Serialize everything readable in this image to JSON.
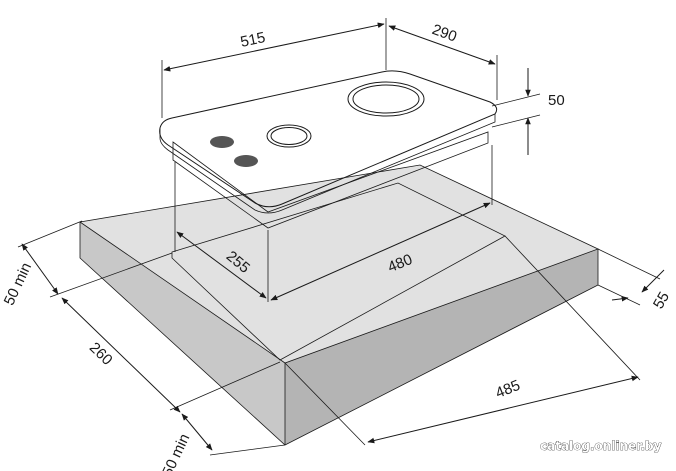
{
  "dimensions": {
    "width_top": "515",
    "depth_top": "290",
    "height": "50",
    "cutout_width": "480",
    "cutout_depth": "255",
    "countertop_thickness": "55",
    "overall_width": "485",
    "left_offset": "260",
    "back_margin": "50 min",
    "front_margin": "50 min"
  },
  "watermark": "catalog.onliner.by",
  "colors": {
    "countertop_top": "#e1e1e1",
    "countertop_side": "#c8c8c8",
    "countertop_front": "#b4b4b4",
    "hob_top": "#e6e6e6",
    "hob_side": "#bdbdbd",
    "cutout": "#ffffff",
    "knob": "#555555",
    "line": "#1a1a1a"
  }
}
